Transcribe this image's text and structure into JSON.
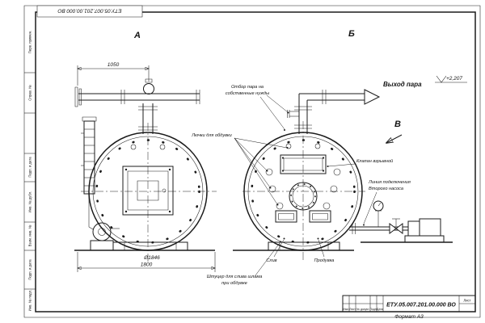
{
  "colors": {
    "ink": "#1b1b1b",
    "paper": "#ffffff"
  },
  "sheet": {
    "doc_number": "ЕТУ.05.007.201.00.000 ВО",
    "format_label": "Формат А3",
    "sheet_label": "Лист",
    "title_headers": [
      "Изм.",
      "Лист",
      "№ докум.",
      "Подп.",
      "Дата"
    ],
    "side_labels": [
      "Перв. примен.",
      "Справ. №",
      "Подп. и дата",
      "Инв. № дубл.",
      "Взам. инв. №",
      "Подп. и дата",
      "Инв. № подл."
    ]
  },
  "views": {
    "a": "А",
    "b": "Б",
    "v": "В"
  },
  "dimensions": {
    "top_width": "1050",
    "diameter": "Ø1846",
    "base_width": "1800",
    "elevation": "+2,207"
  },
  "callouts": {
    "steam_out": "Выход пара",
    "own_needs": [
      "Отбор пара на",
      "собственные нужды"
    ],
    "soot_hatches": "Лючки для обдувки",
    "explosion_valve": "Клапан взрывной",
    "second_pump": [
      "Линия подключения",
      "Второго насоса"
    ],
    "drain": "Слив",
    "blowdown": "Продувка",
    "sludge_nozzle": [
      "Штуцер для слива шлама",
      "при обдувке"
    ]
  }
}
